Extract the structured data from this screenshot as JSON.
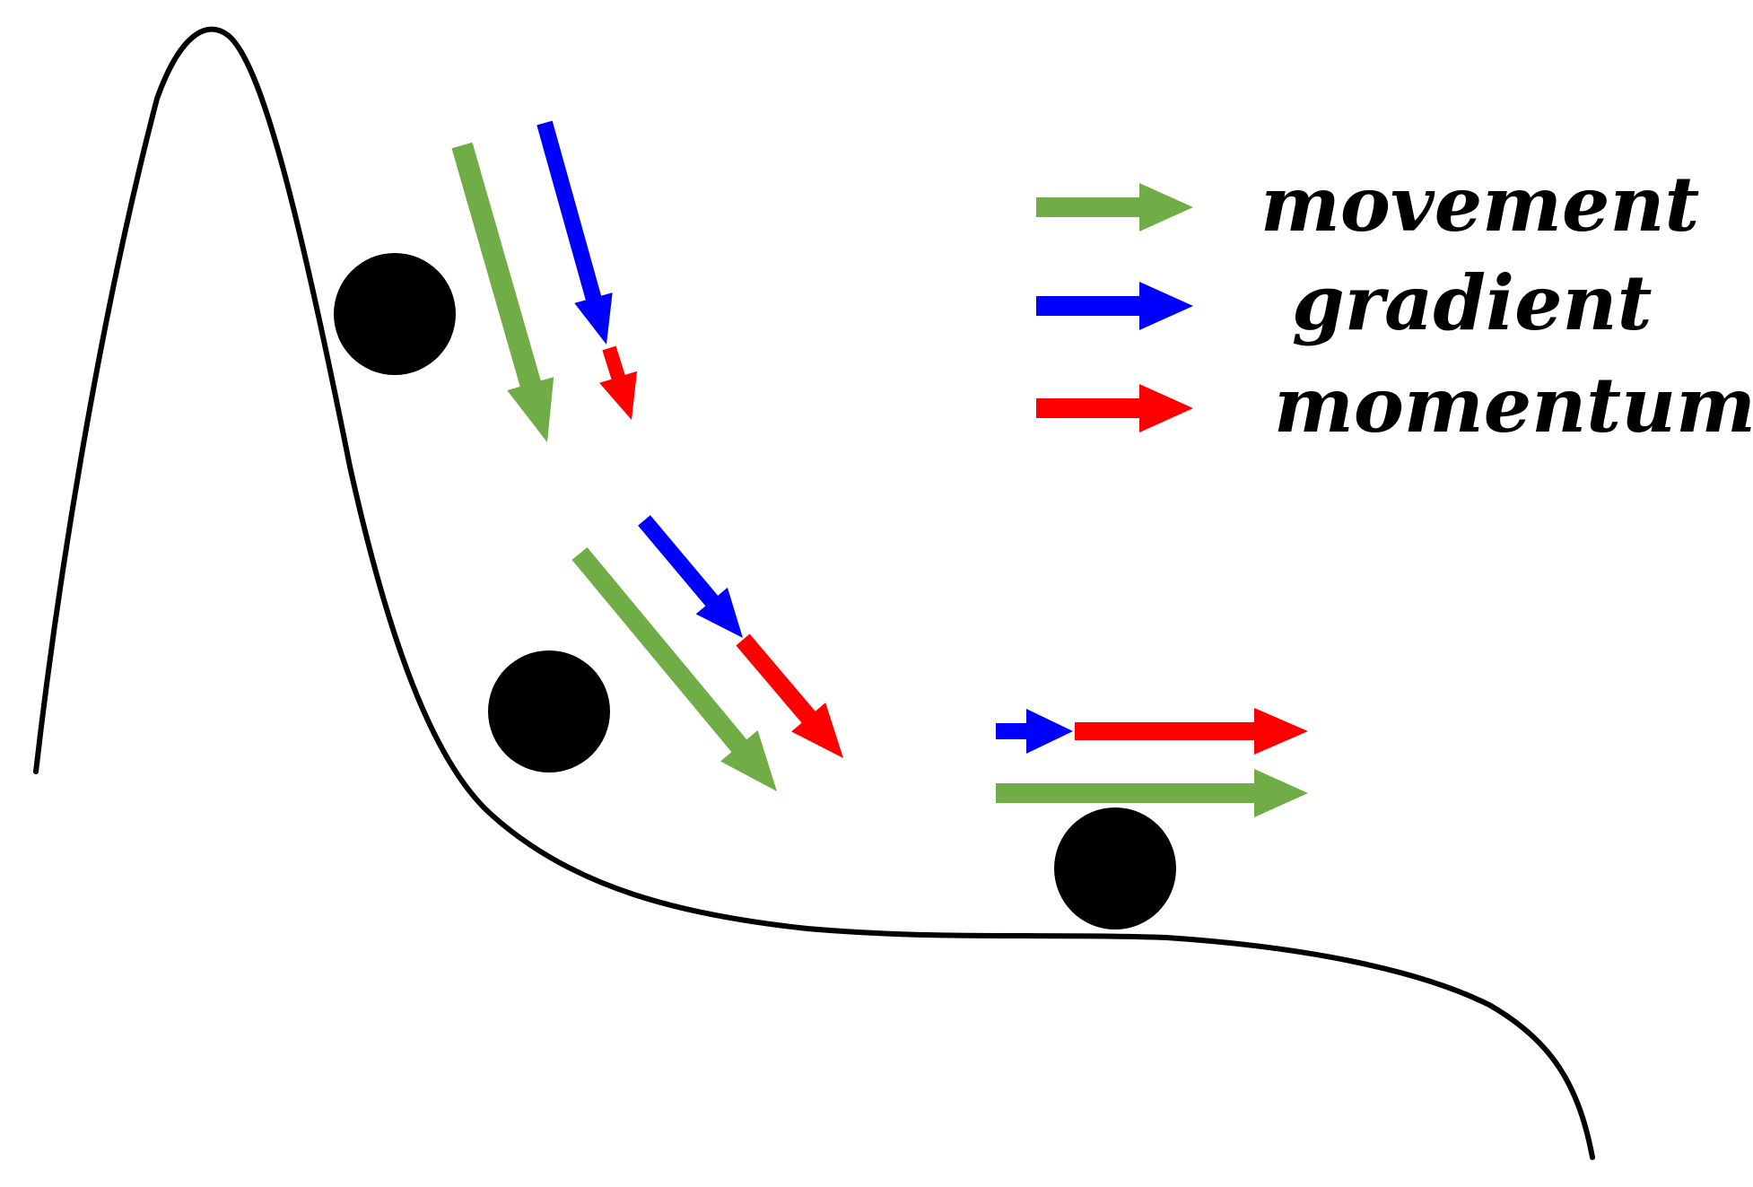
{
  "colors": {
    "movement": "#70ad47",
    "gradient": "#0000ff",
    "momentum": "#ff0000",
    "curve": "#000000",
    "ball": "#000000"
  },
  "legend": {
    "movement": "movement",
    "gradient": "gradient",
    "momentum": "momentum"
  }
}
